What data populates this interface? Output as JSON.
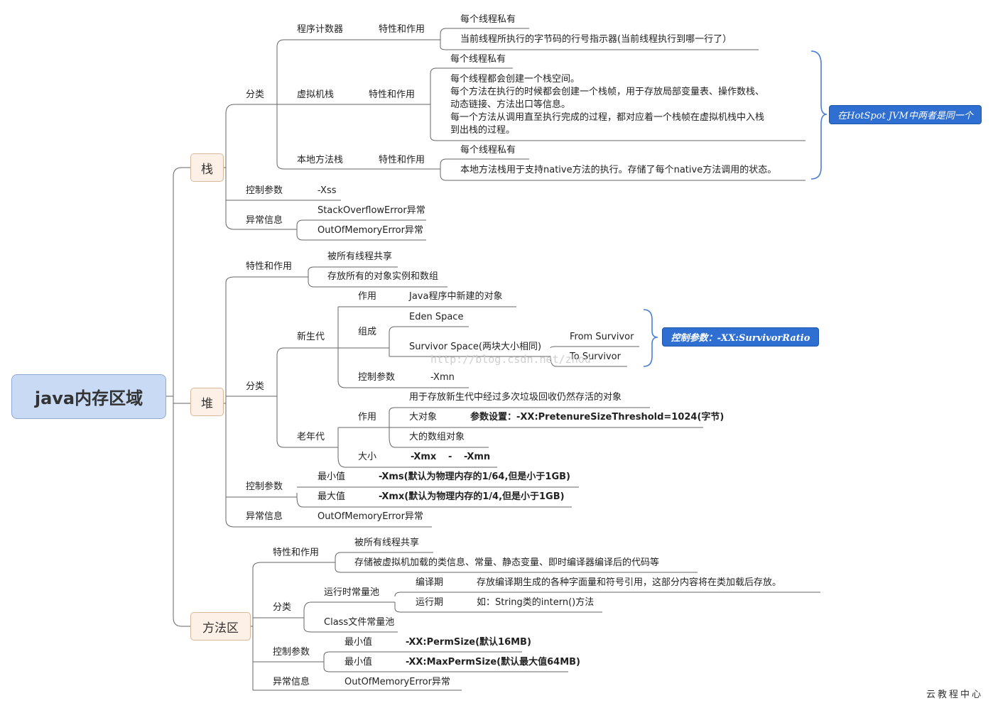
{
  "root": "java内存区域",
  "stack": {
    "label": "栈",
    "classify": "分类",
    "pc": {
      "name": "程序计数器",
      "feat": "特性和作用",
      "items": [
        "每个线程私有",
        "当前线程所执行的字节码的行号指示器(当前线程执行到哪一行了）"
      ]
    },
    "vm": {
      "name": "虚拟机栈",
      "feat": "特性和作用",
      "private": "每个线程私有",
      "desc": [
        "每个线程都会创建一个栈空间。",
        "每个方法在执行的时候都会创建一个栈帧，用于存放局部变量表、操作数栈、",
        "动态链接、方法出口等信息。",
        "每一个方法从调用直至执行完成的过程，都对应着一个栈帧在虚拟机栈中入栈",
        "到出栈的过程。"
      ]
    },
    "native": {
      "name": "本地方法栈",
      "feat": "特性和作用",
      "items": [
        "每个线程私有",
        "本地方法栈用于支持native方法的执行。存储了每个native方法调用的状态。"
      ]
    },
    "param_label": "控制参数",
    "param": "-Xss",
    "error_label": "异常信息",
    "errors": [
      "StackOverflowError异常",
      "OutOfMemoryError异常"
    ],
    "callout": "在HotSpot JVM中两者是同一个"
  },
  "heap": {
    "label": "堆",
    "feat_label": "特性和作用",
    "feats": [
      "被所有线程共享",
      "存放所有的对象实例和数组"
    ],
    "classify": "分类",
    "young": {
      "name": "新生代",
      "role_label": "作用",
      "role": "Java程序中新建的对象",
      "comp_label": "组成",
      "eden": "Eden Space",
      "survivor": "Survivor Space(两块大小相同)",
      "from": "From Survivor",
      "to": "To Survivor",
      "param_label": "控制参数",
      "param": "-Xmn"
    },
    "old": {
      "name": "老年代",
      "role_label": "作用",
      "role1": "用于存放新生代中经过多次垃圾回收仍然存活的对象",
      "role2": "大对象",
      "role2_param": "参数设置：-XX:PretenureSizeThreshold=1024(字节)",
      "role3": "大的数组对象",
      "size_label": "大小",
      "size_xmx": "-Xmx",
      "size_dash": "-",
      "size_xmn": "-Xmn"
    },
    "param_label": "控制参数",
    "min_label": "最小值",
    "min": "-Xms(默认为物理内存的1/64,但是小于1GB)",
    "max_label": "最大值",
    "max": "-Xmx(默认为物理内存的1/4,但是小于1GB)",
    "error_label": "异常信息",
    "error": "OutOfMemoryError异常",
    "callout": "控制参数：-XX:SurvivorRatio"
  },
  "method": {
    "label": "方法区",
    "feat_label": "特性和作用",
    "feats": [
      "被所有线程共享",
      "存储被虚拟机加载的类信息、常量、静态变量、即时编译器编译后的代码等"
    ],
    "classify": "分类",
    "runtime_pool": "运行时常量池",
    "compile_label": "编译期",
    "compile": "存放编译期生成的各种字面量和符号引用，这部分内容将在类加载后存放。",
    "run_label": "运行期",
    "run": "如：String类的intern()方法",
    "class_pool": "Class文件常量池",
    "param_label": "控制参数",
    "min_label": "最小值",
    "min": "-XX:PermSize(默认16MB)",
    "max_label": "最小值",
    "max": "-XX:MaxPermSize(默认最大值64MB)",
    "error_label": "异常信息",
    "error": "OutOfMemoryError异常"
  },
  "watermark": "http://blog.csdn.net/zhou",
  "brand": "云教程中心"
}
